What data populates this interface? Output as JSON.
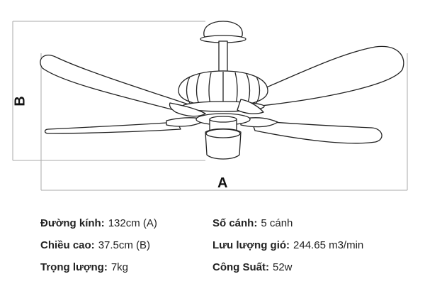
{
  "dimension_labels": {
    "width_label": "A",
    "height_label": "B"
  },
  "specs_left": [
    {
      "key": "Đường kính:",
      "value": "132cm (A)"
    },
    {
      "key": "Chiều cao:",
      "value": "37.5cm (B)"
    },
    {
      "key": "Trọng lượng:",
      "value": "7kg"
    }
  ],
  "specs_right": [
    {
      "key": "Số cánh:",
      "value": "5 cánh"
    },
    {
      "key": "Lưu lượng gió:",
      "value": "244.65 m3/min"
    },
    {
      "key": "Công Suất:",
      "value": "52w"
    }
  ],
  "colors": {
    "line": "#222222",
    "dim_line": "#aaaaaa",
    "fill": "#ffffff"
  }
}
